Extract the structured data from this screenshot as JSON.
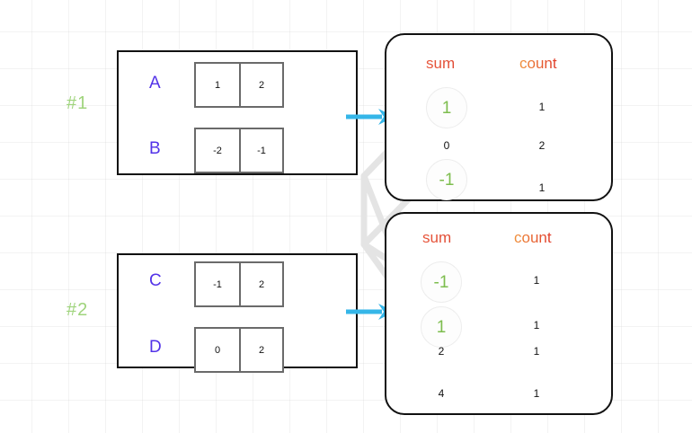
{
  "diagram": {
    "title": "shuffle-aggregation-diagram",
    "colors": {
      "group_tag": "#9fd47c",
      "row_label": "#5333e8",
      "header_sum": "#e8553a",
      "header_count": "#f0913a",
      "highlight_value": "#7dbd4e",
      "arrow": "#35b6e8",
      "panel_border": "#111111",
      "cell_border": "#6a6a6a",
      "link_line": "#e2e2e2"
    },
    "groups": [
      {
        "tag": "#1",
        "rows": [
          {
            "label": "A",
            "cells": [
              "1",
              "2"
            ]
          },
          {
            "label": "B",
            "cells": [
              "-2",
              "-1"
            ]
          }
        ]
      },
      {
        "tag": "#2",
        "rows": [
          {
            "label": "C",
            "cells": [
              "-1",
              "2"
            ]
          },
          {
            "label": "D",
            "cells": [
              "0",
              "2"
            ]
          }
        ]
      }
    ],
    "results": [
      {
        "headers": {
          "sum": "sum",
          "count": "count"
        },
        "rows": [
          {
            "sum": "1",
            "count": "1",
            "highlight": true
          },
          {
            "sum": "0",
            "count": "2",
            "highlight": false
          },
          {
            "sum": "-1",
            "count": "1",
            "highlight": true
          }
        ]
      },
      {
        "headers": {
          "sum": "sum",
          "count": "count"
        },
        "rows": [
          {
            "sum": "-1",
            "count": "1",
            "highlight": true
          },
          {
            "sum": "1",
            "count": "1",
            "highlight": true
          },
          {
            "sum": "2",
            "count": "1",
            "highlight": false
          },
          {
            "sum": "4",
            "count": "1",
            "highlight": false
          }
        ]
      }
    ],
    "arrows": [
      {
        "name": "arrow-group1-to-result1"
      },
      {
        "name": "arrow-group2-to-result2"
      }
    ]
  }
}
